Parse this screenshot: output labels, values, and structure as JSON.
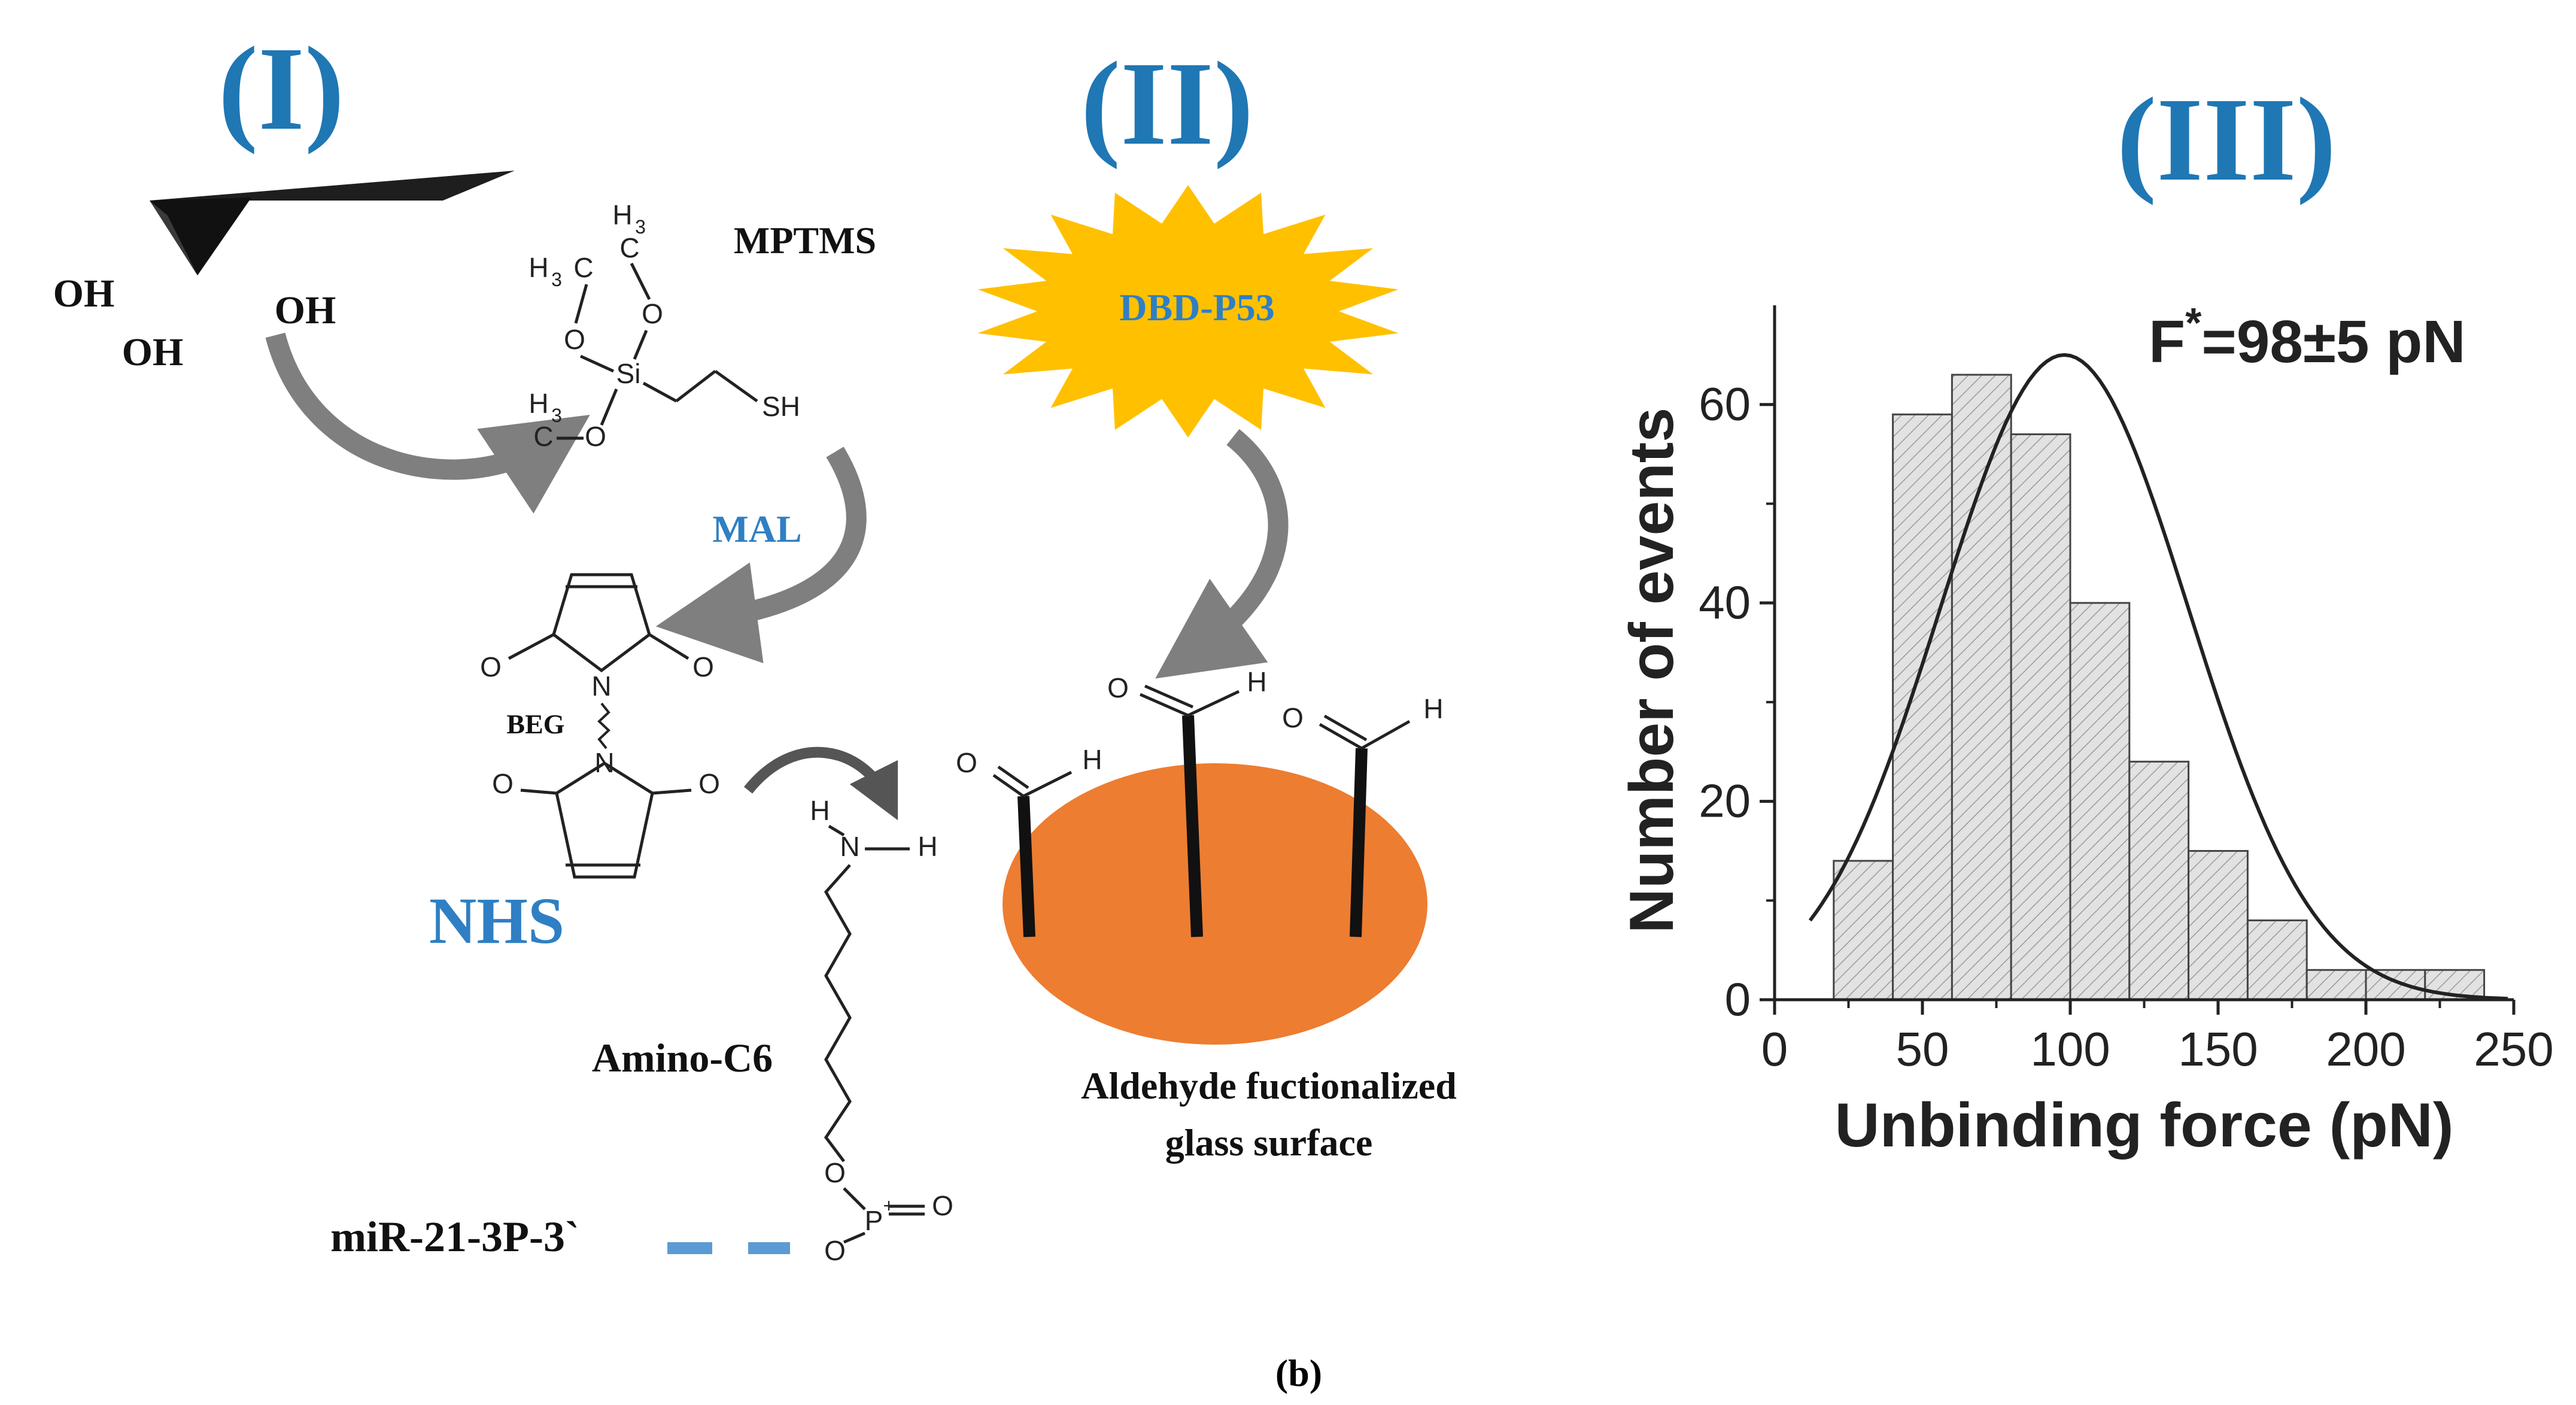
{
  "panels": {
    "p1": "(I)",
    "p2": "(II)",
    "p3": "(III)"
  },
  "panel1": {
    "oh1": "OH",
    "oh2": "OH",
    "oh3": "OH",
    "mptms": "MPTMS",
    "mal": "MAL",
    "beg": "BEG",
    "nhs": "NHS",
    "amino": "Amino-C6",
    "mir": "miR-21-3P-3`",
    "chem": {
      "h3a": "H",
      "h3a_sub": "3",
      "ca": "C",
      "oa": "O",
      "h3b": "H",
      "h3b_sub": "3",
      "cb": "C",
      "ob": "O",
      "si": "Si",
      "sh": "SH",
      "h3c": "H",
      "h3c_sub": "3",
      "cc": "C",
      "oc": "O",
      "o1": "O",
      "n1": "N",
      "o2": "O",
      "o3": "O",
      "n2": "N",
      "o4": "O",
      "h_amine1": "H",
      "n_amine": "N",
      "h_amine2": "H",
      "o_p1": "O",
      "p": "P",
      "p_plus": "+",
      "o_p2": "O",
      "o_p3": "O"
    }
  },
  "panel2": {
    "protein": "DBD-P53",
    "surface_line1": "Aldehyde fuctionalized",
    "surface_line2": "glass surface",
    "ald": {
      "o1": "O",
      "h1": "H",
      "o2": "O",
      "h2": "H",
      "o3": "O",
      "h3": "H"
    }
  },
  "caption": "(b)",
  "colors": {
    "panel_label": "#1f77b4",
    "blue_text": "#2f7fc4",
    "sun": "#ffc000",
    "surface": "#ed7d31",
    "arrow": "#7f7f7f",
    "dash": "#5b9bd5",
    "bar_fill": "#dcdcdc"
  },
  "chart_data": {
    "type": "bar",
    "annotation": "F*=98±5 pN",
    "annotation_main": "F",
    "annotation_sup": "*",
    "annotation_rest": "=98±5 pN",
    "xlabel": "Unbinding force (pN)",
    "ylabel": "Number of events",
    "xlim": [
      0,
      250
    ],
    "ylim": [
      0,
      70
    ],
    "xticks": [
      0,
      50,
      100,
      150,
      200,
      250
    ],
    "yticks": [
      0,
      20,
      40,
      60
    ],
    "bin_width": 20,
    "bins": [
      30,
      50,
      70,
      90,
      110,
      130,
      150,
      170,
      190,
      210,
      230
    ],
    "values": [
      14,
      59,
      63,
      57,
      40,
      24,
      15,
      8,
      3,
      3,
      3
    ],
    "fit": {
      "type": "gaussian",
      "peak_x": 98,
      "peak_y": 65,
      "sigma": 42
    }
  }
}
